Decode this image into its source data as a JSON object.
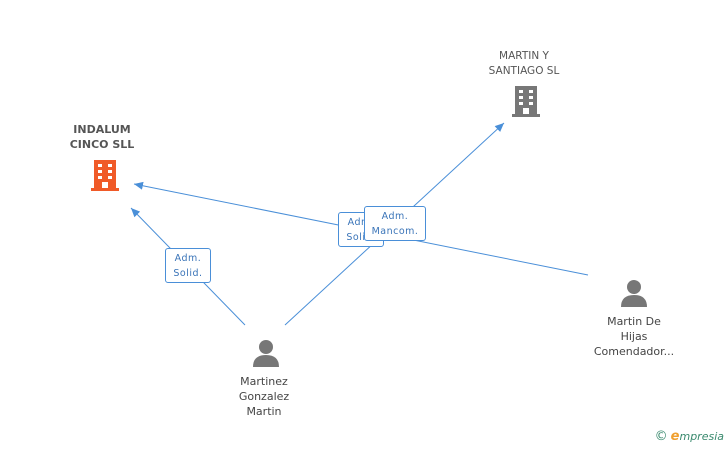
{
  "nodes": {
    "indalum": {
      "line1": "INDALUM",
      "line2": "CINCO SLL",
      "color": "#f05a28"
    },
    "martin_santiago": {
      "line1": "MARTIN Y",
      "line2": "SANTIAGO SL",
      "color": "#777777"
    },
    "martinez": {
      "line1": "Martinez",
      "line2": "Gonzalez",
      "line3": "Martin"
    },
    "martin_de_hijas": {
      "line1": "Martin De",
      "line2": "Hijas",
      "line3": "Comendador..."
    }
  },
  "badges": {
    "martinez_indalum": {
      "line1": "Adm.",
      "line2": "Solid."
    },
    "behind": {
      "line1": "Adm.",
      "line2": "Solid."
    },
    "front": {
      "line1": "Adm.",
      "line2": "Mancom."
    }
  },
  "edge_color": "#4a8fd8",
  "watermark": {
    "copyright": "©",
    "brand_initial": "e",
    "brand_rest": "mpresia"
  }
}
